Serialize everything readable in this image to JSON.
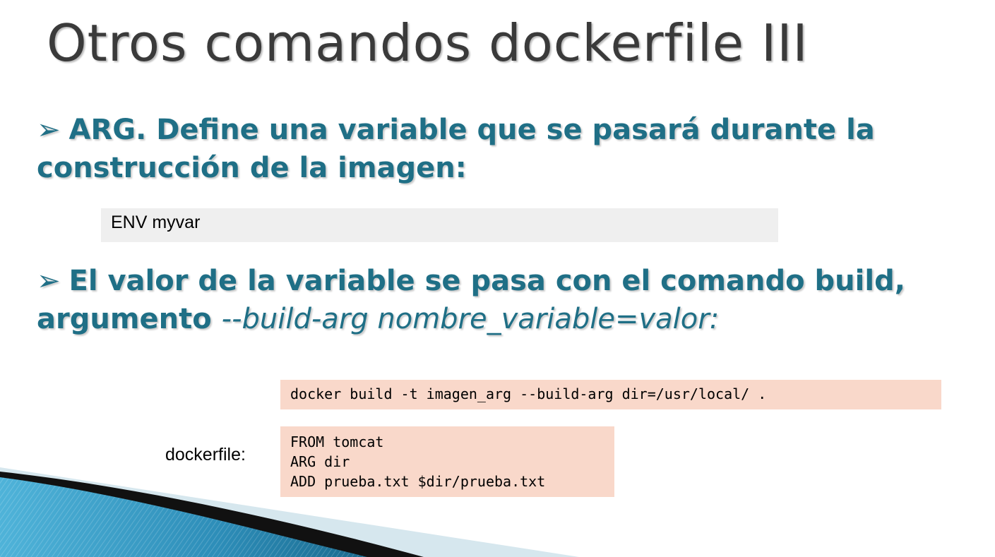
{
  "slide": {
    "title": "Otros comandos dockerfile III",
    "bullet1": {
      "arrow": "➢",
      "text": "ARG. Define una variable que se pasará durante la construcción de la imagen:"
    },
    "env_example": "ENV myvar",
    "bullet2": {
      "arrow": "➢",
      "text": "El valor de la variable se pasa con el comando build, argumento ",
      "emphasis": "--build-arg nombre_variable=valor:"
    },
    "build_command": "docker build -t imagen_arg --build-arg dir=/usr/local/ .",
    "dockerfile_label": "dockerfile:",
    "dockerfile_lines": [
      "FROM tomcat",
      "ARG dir",
      "ADD prueba.txt $dir/prueba.txt"
    ]
  },
  "colors": {
    "title": "#3a3a3a",
    "bullet_text": "#1f6f86",
    "env_box": "#efefef",
    "code_box": "#f9d8ca",
    "swoosh_blue": "#3a9cc4",
    "swoosh_dark": "#111111"
  }
}
